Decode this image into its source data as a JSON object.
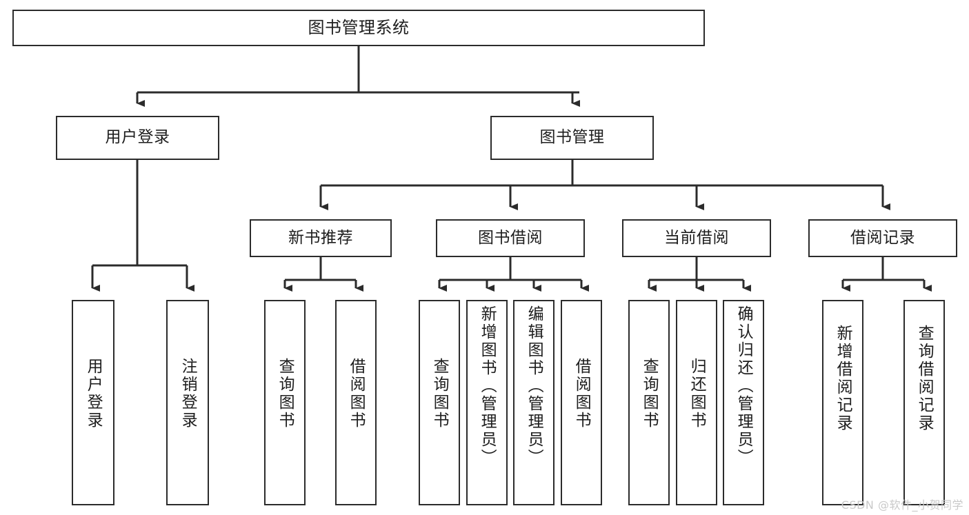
{
  "diagram": {
    "type": "tree",
    "title": "图书管理系统",
    "orientation": "top-down",
    "colors": {
      "background": "#ffffff",
      "stroke": "#2b2b2b",
      "text": "#1d1d1d",
      "watermark": "#c9c9c9"
    },
    "watermark": "CSDN @软件_小贺同学"
  },
  "nodes": {
    "root": {
      "label": "图书管理系统",
      "level": 1
    },
    "l2": [
      {
        "id": "user-login",
        "label": "用户登录",
        "level": 2
      },
      {
        "id": "book-manage",
        "label": "图书管理",
        "level": 2
      }
    ],
    "l3": [
      {
        "id": "new-book-recommend",
        "label": "新书推荐",
        "level": 3,
        "parent": "book-manage"
      },
      {
        "id": "book-borrow",
        "label": "图书借阅",
        "level": 3,
        "parent": "book-manage"
      },
      {
        "id": "current-borrow",
        "label": "当前借阅",
        "level": 3,
        "parent": "book-manage"
      },
      {
        "id": "borrow-record",
        "label": "借阅记录",
        "level": 3,
        "parent": "book-manage"
      }
    ],
    "leaves": [
      {
        "id": "leaf-user-login",
        "label": "用户登录",
        "parent": "user-login"
      },
      {
        "id": "leaf-user-logout",
        "label": "注销登录",
        "parent": "user-login"
      },
      {
        "id": "leaf-query-book-1",
        "label": "查询图书",
        "parent": "new-book-recommend"
      },
      {
        "id": "leaf-borrow-book-1",
        "label": "借阅图书",
        "parent": "new-book-recommend"
      },
      {
        "id": "leaf-query-book-2",
        "label": "查询图书",
        "parent": "book-borrow"
      },
      {
        "id": "leaf-add-book",
        "label": "新增图书（管理员）",
        "parent": "book-borrow"
      },
      {
        "id": "leaf-edit-book",
        "label": "编辑图书（管理员）",
        "parent": "book-borrow"
      },
      {
        "id": "leaf-borrow-book-2",
        "label": "借阅图书",
        "parent": "book-borrow"
      },
      {
        "id": "leaf-query-book-3",
        "label": "查询图书",
        "parent": "current-borrow"
      },
      {
        "id": "leaf-return-book",
        "label": "归还图书",
        "parent": "current-borrow"
      },
      {
        "id": "leaf-confirm-return",
        "label": "确认归还（管理员）",
        "parent": "current-borrow"
      },
      {
        "id": "leaf-add-record",
        "label": "新增借阅记录",
        "parent": "borrow-record"
      },
      {
        "id": "leaf-query-record",
        "label": "查询借阅记录",
        "parent": "borrow-record"
      }
    ]
  },
  "chart_data": {
    "type": "table",
    "title": "图书管理系统 功能结构图",
    "hierarchy": [
      {
        "label": "图书管理系统",
        "children": [
          {
            "label": "用户登录",
            "children": [
              {
                "label": "用户登录"
              },
              {
                "label": "注销登录"
              }
            ]
          },
          {
            "label": "图书管理",
            "children": [
              {
                "label": "新书推荐",
                "children": [
                  {
                    "label": "查询图书"
                  },
                  {
                    "label": "借阅图书"
                  }
                ]
              },
              {
                "label": "图书借阅",
                "children": [
                  {
                    "label": "查询图书"
                  },
                  {
                    "label": "新增图书（管理员）"
                  },
                  {
                    "label": "编辑图书（管理员）"
                  },
                  {
                    "label": "借阅图书"
                  }
                ]
              },
              {
                "label": "当前借阅",
                "children": [
                  {
                    "label": "查询图书"
                  },
                  {
                    "label": "归还图书"
                  },
                  {
                    "label": "确认归还（管理员）"
                  }
                ]
              },
              {
                "label": "借阅记录",
                "children": [
                  {
                    "label": "新增借阅记录"
                  },
                  {
                    "label": "查询借阅记录"
                  }
                ]
              }
            ]
          }
        ]
      }
    ]
  }
}
